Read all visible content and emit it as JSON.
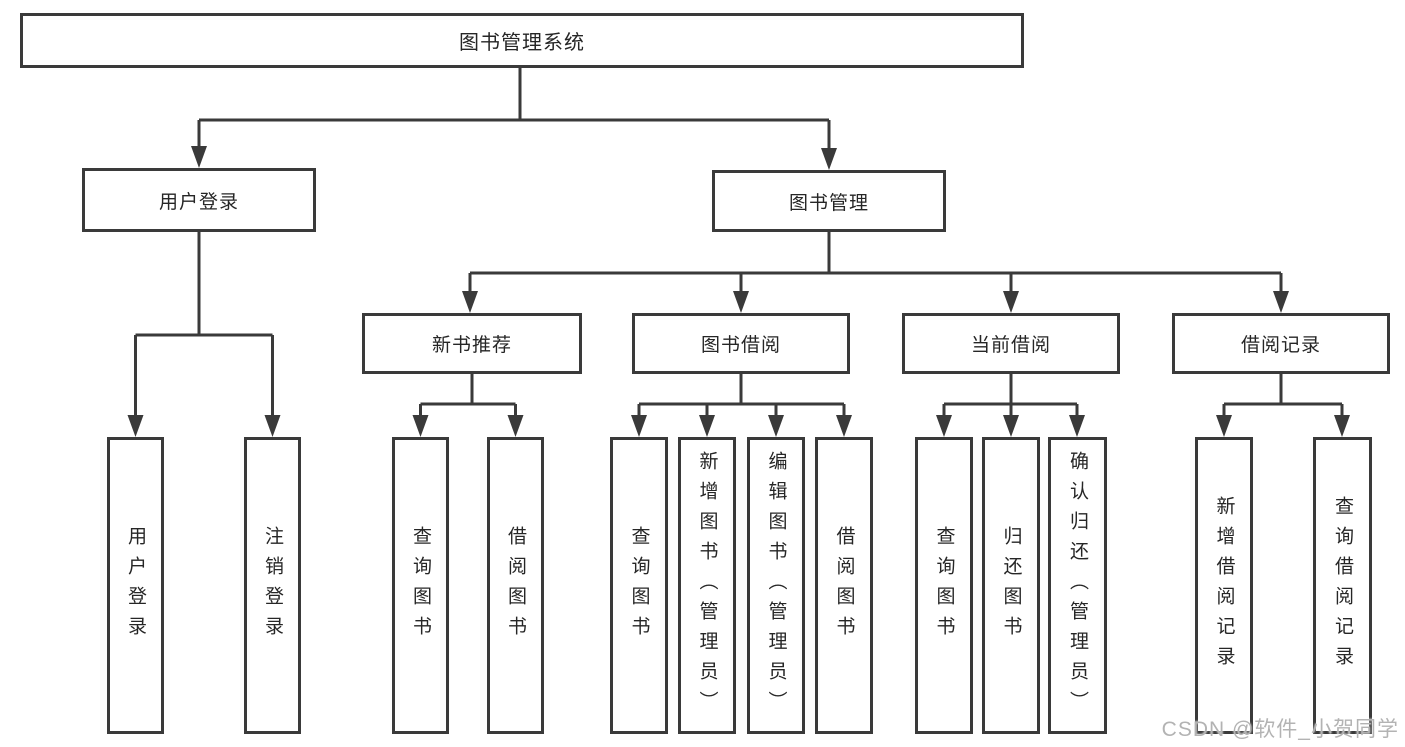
{
  "diagram": {
    "root": {
      "label": "图书管理系统"
    },
    "level2": [
      {
        "label": "用户登录"
      },
      {
        "label": "图书管理"
      }
    ],
    "level3": [
      {
        "label": "新书推荐",
        "parent": "图书管理"
      },
      {
        "label": "图书借阅",
        "parent": "图书管理"
      },
      {
        "label": "当前借阅",
        "parent": "图书管理"
      },
      {
        "label": "借阅记录",
        "parent": "图书管理"
      }
    ],
    "leaves": [
      {
        "label": "用户登录",
        "parent": "用户登录"
      },
      {
        "label": "注销登录",
        "parent": "用户登录"
      },
      {
        "label": "查询图书",
        "parent": "新书推荐"
      },
      {
        "label": "借阅图书",
        "parent": "新书推荐"
      },
      {
        "label": "查询图书",
        "parent": "图书借阅"
      },
      {
        "label": "新增图书（管理员）",
        "parent": "图书借阅"
      },
      {
        "label": "编辑图书（管理员）",
        "parent": "图书借阅"
      },
      {
        "label": "借阅图书",
        "parent": "图书借阅"
      },
      {
        "label": "查询图书",
        "parent": "当前借阅"
      },
      {
        "label": "归还图书",
        "parent": "当前借阅"
      },
      {
        "label": "确认归还（管理员）",
        "parent": "当前借阅"
      },
      {
        "label": "新增借阅记录",
        "parent": "借阅记录"
      },
      {
        "label": "查询借阅记录",
        "parent": "借阅记录"
      }
    ],
    "watermark": "CSDN @软件_小贺同学",
    "colors": {
      "line": "#3a3a3a",
      "border": "#3a3a3a",
      "text": "#262626",
      "background": "#ffffff",
      "watermark": "#b3b3b3"
    }
  }
}
